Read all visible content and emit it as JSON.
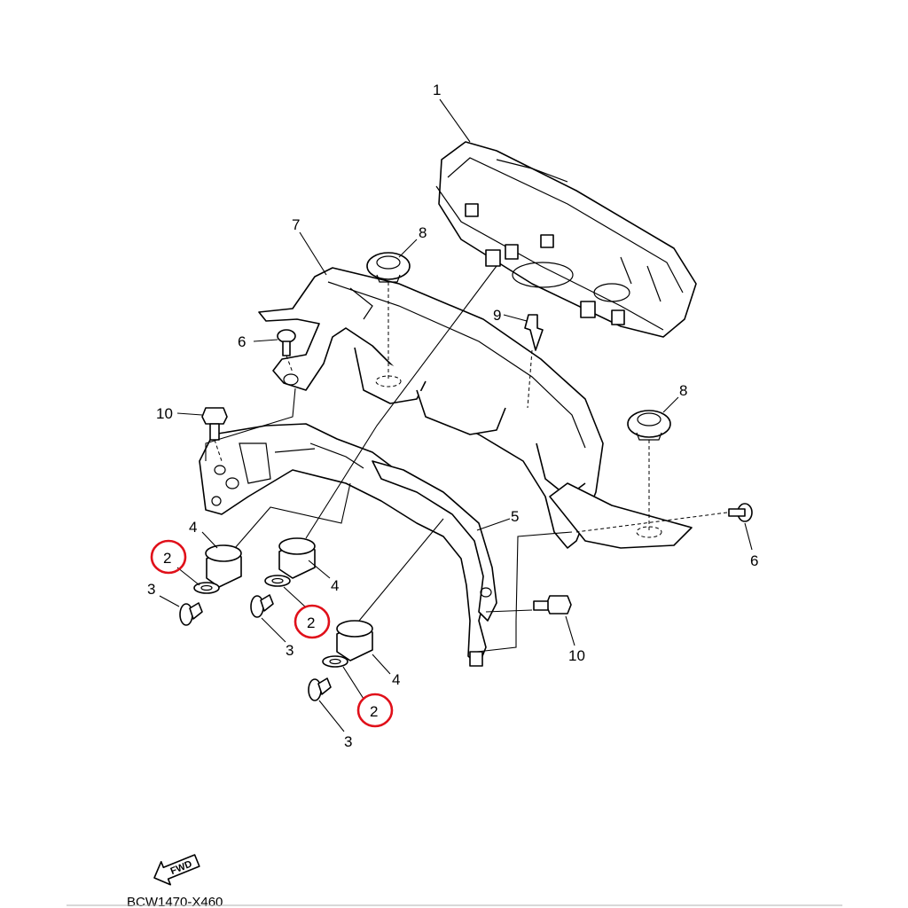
{
  "diagram": {
    "callouts": [
      {
        "id": "c1",
        "text": "1"
      },
      {
        "id": "c7",
        "text": "7"
      },
      {
        "id": "c8a",
        "text": "8"
      },
      {
        "id": "c8b",
        "text": "8"
      },
      {
        "id": "c9",
        "text": "9"
      },
      {
        "id": "c6a",
        "text": "6"
      },
      {
        "id": "c6b",
        "text": "6"
      },
      {
        "id": "c10a",
        "text": "10"
      },
      {
        "id": "c10b",
        "text": "10"
      },
      {
        "id": "c5",
        "text": "5"
      },
      {
        "id": "c4a",
        "text": "4"
      },
      {
        "id": "c4b",
        "text": "4"
      },
      {
        "id": "c4c",
        "text": "4"
      },
      {
        "id": "c3a",
        "text": "3"
      },
      {
        "id": "c3b",
        "text": "3"
      },
      {
        "id": "c3c",
        "text": "3"
      },
      {
        "id": "c2a",
        "text": "2"
      },
      {
        "id": "c2b",
        "text": "2"
      },
      {
        "id": "c2c",
        "text": "2"
      }
    ],
    "highlight_color": "#e0101a",
    "fwd_label": "FWD",
    "diagram_code": "BCW1470-X460"
  }
}
